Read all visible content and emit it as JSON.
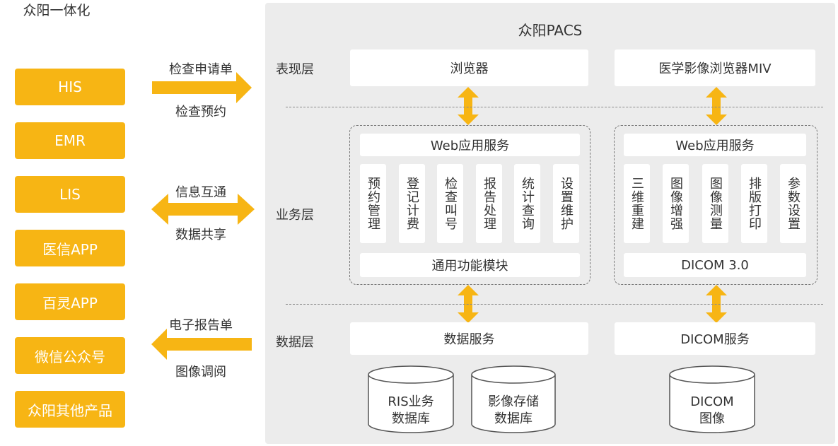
{
  "left": {
    "title": "众阳一体化",
    "systems": [
      "HIS",
      "EMR",
      "LIS",
      "医信APP",
      "百灵APP",
      "微信公众号",
      "众阳其他产品"
    ]
  },
  "arrows": {
    "top": {
      "label1": "检查申请单",
      "label2": "检查预约"
    },
    "middle": {
      "label1": "信息互通",
      "label2": "数据共享"
    },
    "bottom": {
      "label1": "电子报告单",
      "label2": "图像调阅"
    }
  },
  "pacs": {
    "title": "众阳PACS",
    "layers": {
      "presentation": "表现层",
      "business": "业务层",
      "data": "数据层"
    },
    "presentation": {
      "browser": "浏览器",
      "miv": "医学影像浏览器MIV"
    },
    "business_left": {
      "web": "Web应用服务",
      "modules": [
        "预约管理",
        "登记计费",
        "检查叫号",
        "报告处理",
        "统计查询",
        "设置维护"
      ],
      "footer": "通用功能模块"
    },
    "business_right": {
      "web": "Web应用服务",
      "modules": [
        "三维重建",
        "图像增强",
        "图像测量",
        "排版打印",
        "参数设置"
      ],
      "footer": "DICOM 3.0"
    },
    "data": {
      "service_left": "数据服务",
      "service_right": "DICOM服务",
      "db1": {
        "line1": "RIS业务",
        "line2": "数据库"
      },
      "db2": {
        "line1": "影像存储",
        "line2": "数据库"
      },
      "db3": {
        "line1": "DICOM",
        "line2": "图像"
      }
    }
  },
  "colors": {
    "accent": "#f7b514",
    "panel": "#ececec",
    "box": "#ffffff"
  }
}
